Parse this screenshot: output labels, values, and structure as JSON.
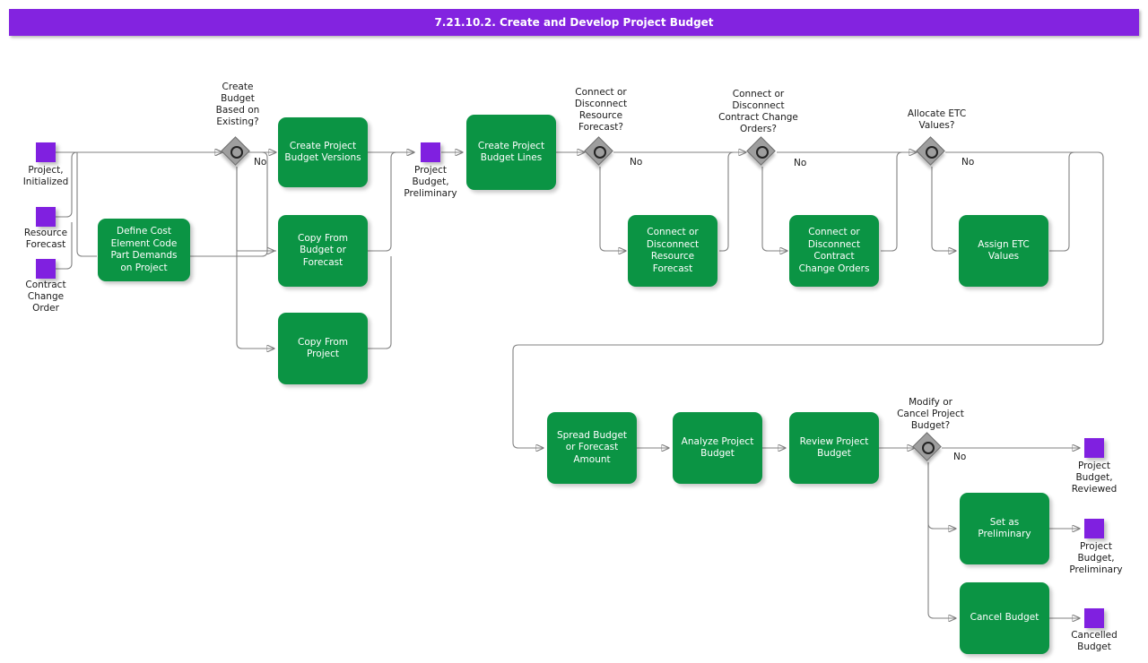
{
  "header": {
    "title": "7.21.10.2. Create and Develop Project Budget"
  },
  "colors": {
    "title_bar": "#8323e0",
    "task": "#0b9444",
    "data_object": "#8020e0",
    "gateway": "#9e9e9e",
    "connector": "#808080",
    "text": "#1a1a1a"
  },
  "diagram": {
    "type": "bpmn-process-flow",
    "inputs": [
      {
        "id": "in-project-initialized",
        "label": "Project,\nInitialized"
      },
      {
        "id": "in-resource-forecast",
        "label": "Resource\nForecast"
      },
      {
        "id": "in-contract-change-order",
        "label": "Contract\nChange\nOrder"
      }
    ],
    "tasks": [
      {
        "id": "t-define-cost-element",
        "label": "Define Cost\nElement Code\nPart Demands\non Project"
      },
      {
        "id": "t-create-budget-versions",
        "label": "Create Project\nBudget Versions"
      },
      {
        "id": "t-copy-from-budget",
        "label": "Copy From\nBudget or\nForecast"
      },
      {
        "id": "t-copy-from-project",
        "label": "Copy From\nProject"
      },
      {
        "id": "t-create-budget-lines",
        "label": "Create Project\nBudget Lines"
      },
      {
        "id": "t-connect-resource-forecast",
        "label": "Connect or\nDisconnect\nResource\nForecast"
      },
      {
        "id": "t-connect-contract-change",
        "label": "Connect or\nDisconnect\nContract\nChange Orders"
      },
      {
        "id": "t-assign-etc",
        "label": "Assign ETC\nValues"
      },
      {
        "id": "t-spread-budget",
        "label": "Spread Budget\nor Forecast\nAmount"
      },
      {
        "id": "t-analyze-budget",
        "label": "Analyze Project\nBudget"
      },
      {
        "id": "t-review-budget",
        "label": "Review Project\nBudget"
      },
      {
        "id": "t-set-preliminary",
        "label": "Set as\nPreliminary"
      },
      {
        "id": "t-cancel-budget",
        "label": "Cancel Budget"
      }
    ],
    "gateways": [
      {
        "id": "gw-create-budget-existing",
        "label": "Create\nBudget\nBased on\nExisting?",
        "edge_label": "No"
      },
      {
        "id": "gw-connect-resource-forecast",
        "label": "Connect or\nDisconnect\nResource\nForecast?",
        "edge_label": "No"
      },
      {
        "id": "gw-connect-contract-change",
        "label": "Connect or\nDisconnect\nContract Change\nOrders?",
        "edge_label": "No"
      },
      {
        "id": "gw-allocate-etc",
        "label": "Allocate ETC\nValues?",
        "edge_label": "No"
      },
      {
        "id": "gw-modify-cancel",
        "label": "Modify or\nCancel Project\nBudget?",
        "edge_label": "No"
      }
    ],
    "intermediate_objects": [
      {
        "id": "obj-budget-preliminary-mid",
        "label": "Project\nBudget,\nPreliminary"
      }
    ],
    "outputs": [
      {
        "id": "out-budget-reviewed",
        "label": "Project\nBudget,\nReviewed"
      },
      {
        "id": "out-budget-preliminary",
        "label": "Project\nBudget,\nPreliminary"
      },
      {
        "id": "out-cancelled-budget",
        "label": "Cancelled\nBudget"
      }
    ]
  }
}
